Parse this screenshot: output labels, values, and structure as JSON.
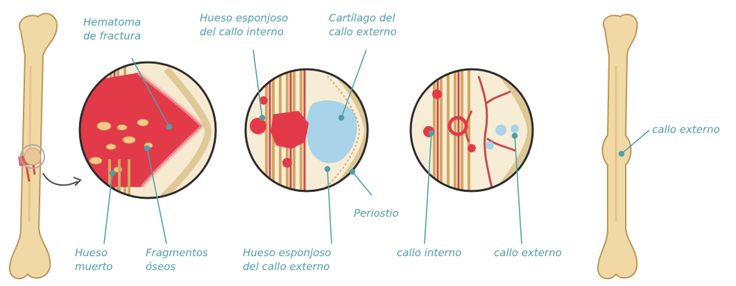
{
  "colors": {
    "bone": "#f1d9a6",
    "bone_outline": "#b9955a",
    "blood": "#e23a49",
    "cartilage": "#a9d3e8",
    "label": "#4f9fa6",
    "periosteum": "#d9c08a"
  },
  "labels": {
    "hematoma": [
      "Hematoma",
      "de fractura"
    ],
    "hueso_esponjoso_interno": [
      "Hueso esponjoso",
      "del callo interno"
    ],
    "cartilago": [
      "Cartílago del",
      "callo externo"
    ],
    "periostio": [
      "Periostio"
    ],
    "hueso_muerto": [
      "Hueso",
      "muerto"
    ],
    "fragmentos": [
      "Fragmentos",
      "óseos"
    ],
    "hueso_esponjoso_externo": [
      "Hueso esponjoso",
      "del callo externo"
    ],
    "callo_interno": [
      "callo interno"
    ],
    "callo_externo_panel3": [
      "callo externo"
    ],
    "callo_externo_final": [
      "callo externo"
    ]
  }
}
